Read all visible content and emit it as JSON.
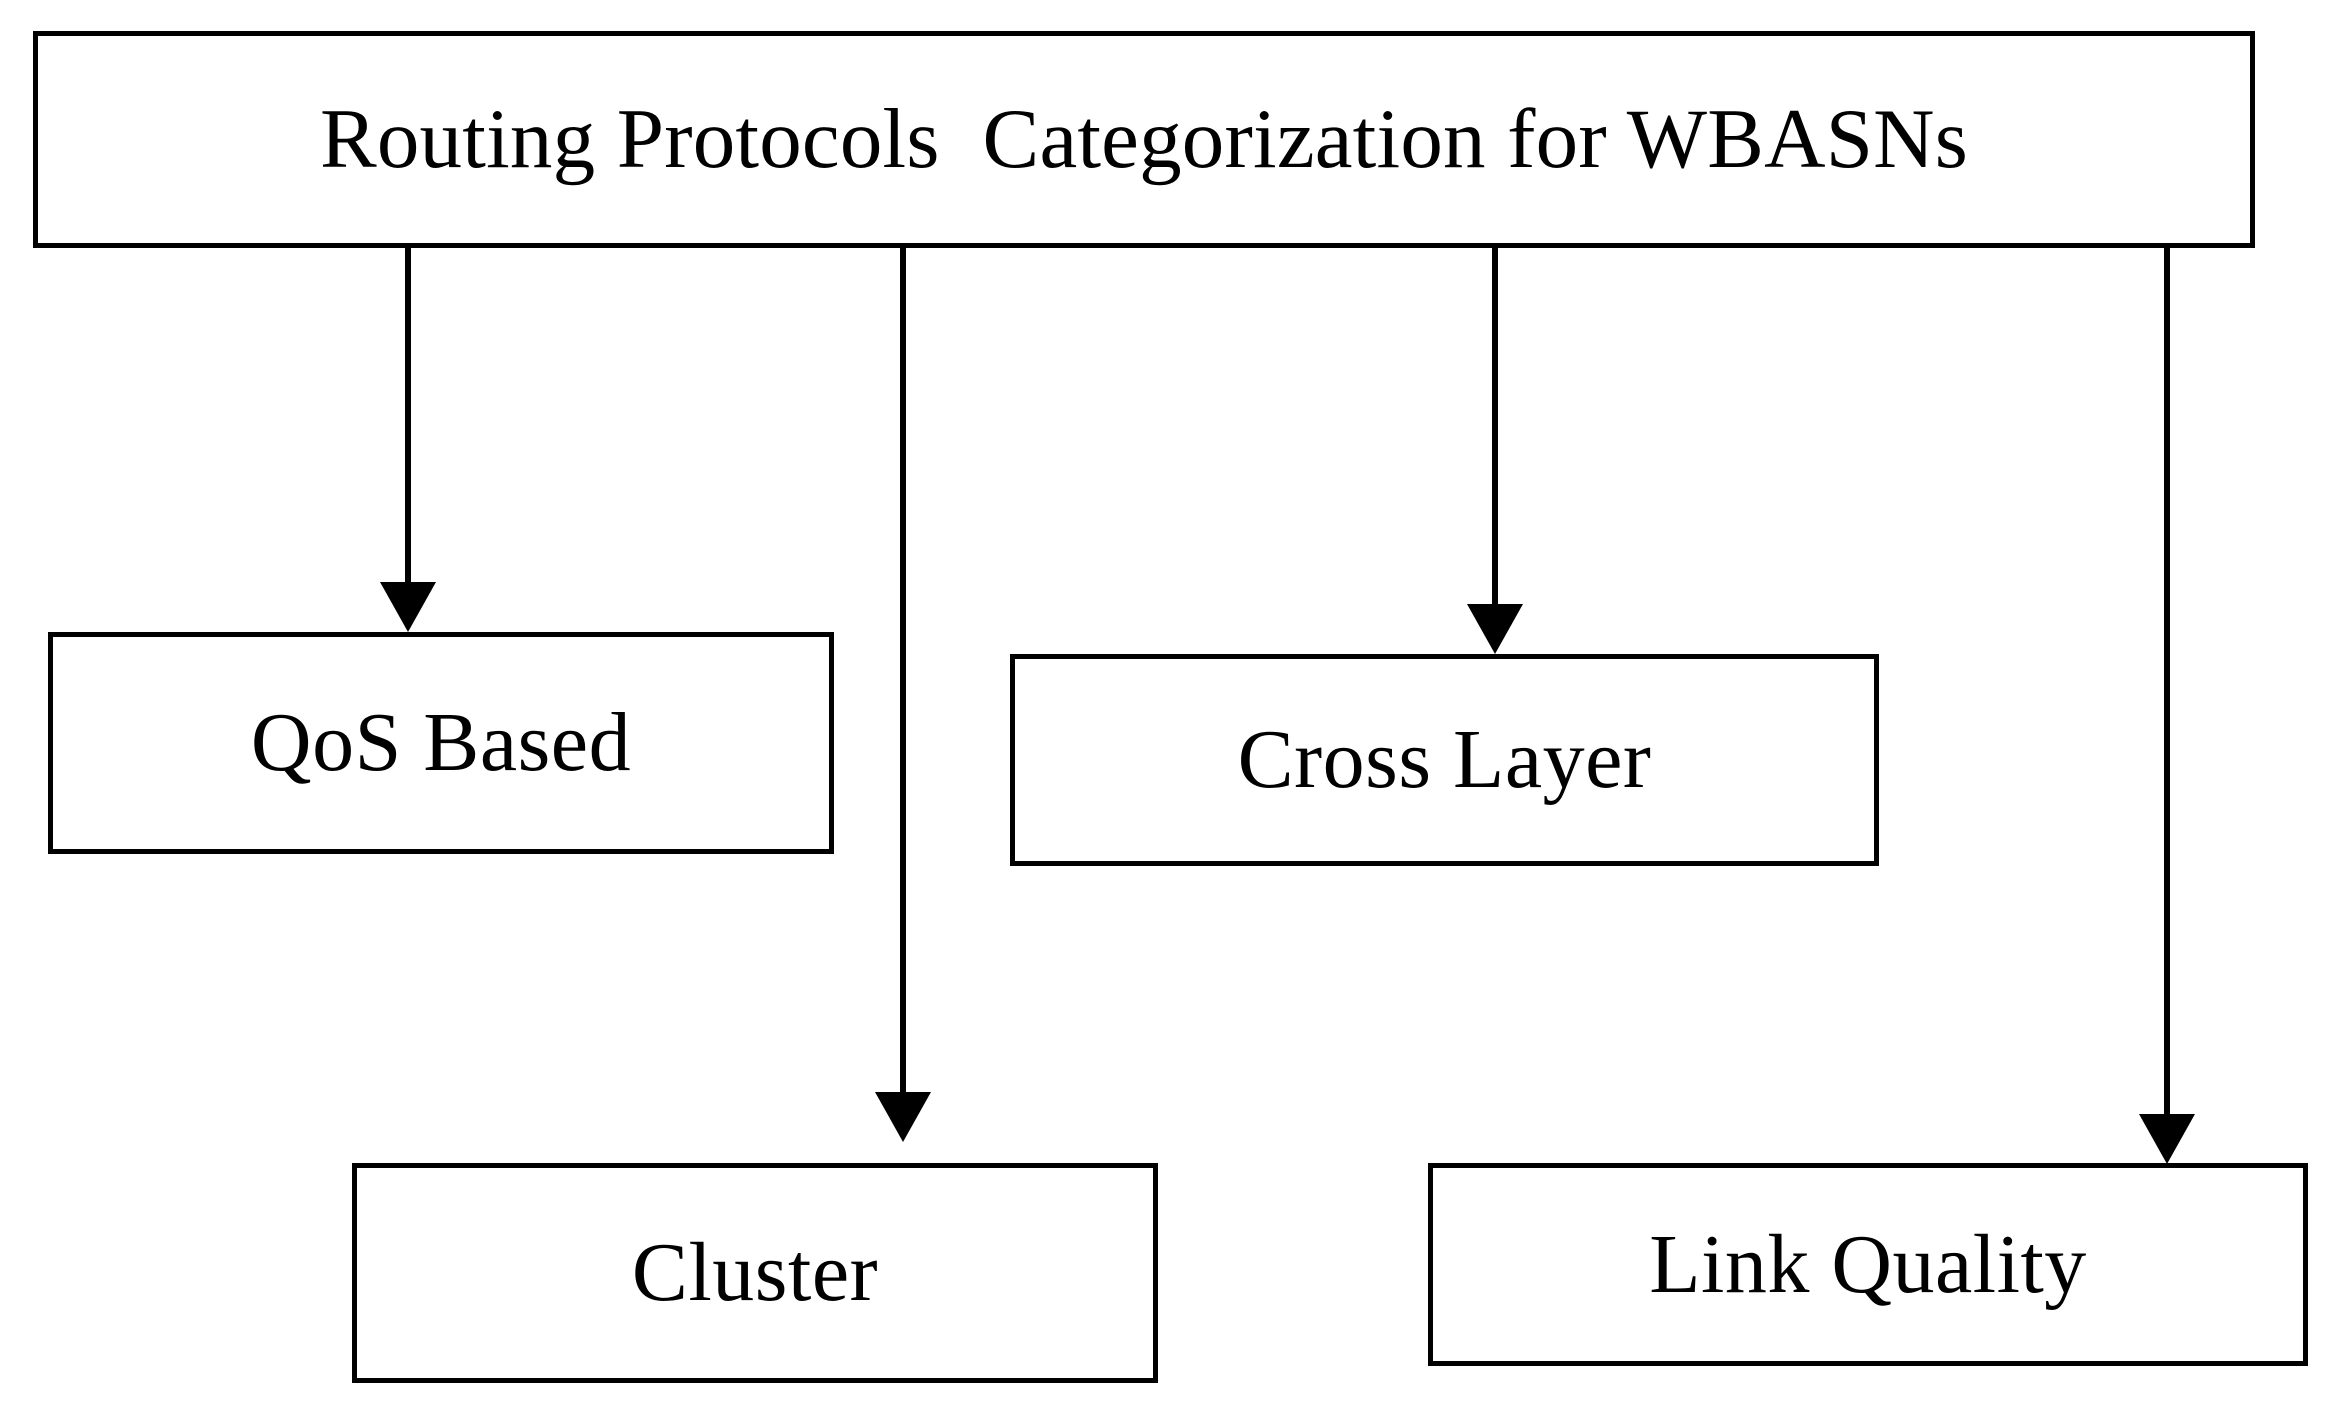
{
  "diagram": {
    "title": "Routing Protocols Categorization for WBASNs",
    "type": "hierarchy-flowchart",
    "background_color": "#ffffff",
    "stroke_color": "#000000",
    "text_color": "#000000",
    "root": {
      "id": "root",
      "label": "Routing Protocols  Categorization for WBASNs"
    },
    "children": [
      {
        "id": "qos",
        "label": "QoS Based"
      },
      {
        "id": "cluster",
        "label": "Cluster"
      },
      {
        "id": "cross-layer",
        "label": "Cross Layer"
      },
      {
        "id": "link-quality",
        "label": "Link Quality"
      }
    ],
    "connectors": [
      {
        "id": "root-to-qos",
        "from": "root",
        "to": "qos",
        "style": "solid-arrow-down"
      },
      {
        "id": "root-to-cluster",
        "from": "root",
        "to": "cluster",
        "style": "solid-arrow-down"
      },
      {
        "id": "root-to-cross-layer",
        "from": "root",
        "to": "cross-layer",
        "style": "solid-arrow-down"
      },
      {
        "id": "root-to-link-quality",
        "from": "root",
        "to": "link-quality",
        "style": "solid-arrow-down"
      }
    ]
  }
}
